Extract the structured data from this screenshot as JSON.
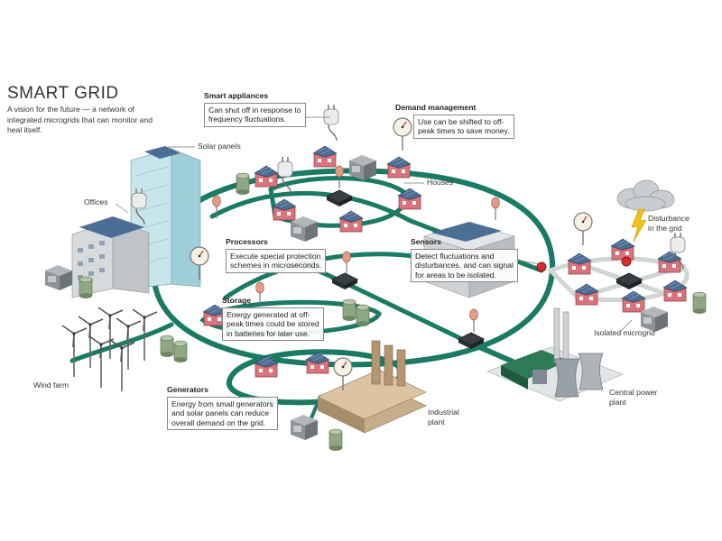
{
  "header": {
    "title": "SMART GRID",
    "subtitle": "A vision for the future — a network of integrated microgrids that can monitor and heal itself."
  },
  "labels": {
    "solar_panels": "Solar panels",
    "offices": "Offices",
    "houses": "Houses",
    "wind_farm": "Wind farm",
    "industrial_plant": "Industrial\nplant",
    "central_power_plant": "Central power\nplant",
    "isolated_microgrid": "Isolated microgrid",
    "disturbance": "Disturbance\nin the grid"
  },
  "callouts": {
    "smart_appliances": {
      "title": "Smart appliances",
      "text": "Can shut off in response to\nfrequency fluctuations."
    },
    "demand_management": {
      "title": "Demand management",
      "text": "Use can be shifted to off-\npeak times to save money."
    },
    "processors": {
      "title": "Processors",
      "text": "Execute special protection\nschemes in microseconds."
    },
    "sensors": {
      "title": "Sensors",
      "text": "Detect fluctuations and\ndisturbances, and can signal\nfor areas to be isolated."
    },
    "storage": {
      "title": "Storage",
      "text": "Energy generated at off-\npeak times could be stored\nin batteries for later use."
    },
    "generators": {
      "title": "Generators",
      "text": "Energy from small generators\nand solar panels can reduce\noverall demand on the grid."
    }
  },
  "colors": {
    "grid_line": "#1a7a64",
    "house_wall": "#d9747c",
    "roof_panel": "#4d6e94",
    "building": "#d7dadd",
    "tower_glass": "#c6e6ec",
    "tank": "#8fa884",
    "factory": "#c9ad8a",
    "node": "#3a3f44",
    "sensor": "#e39b86",
    "alert": "#d92d2d",
    "bolt": "#f2c313"
  },
  "icons": {
    "house": "house-icon",
    "tank": "battery-tank-icon",
    "gauge": "meter-gauge-icon",
    "plug": "smart-plug-icon",
    "processor": "processor-chip-icon",
    "sensor": "sensor-pin-icon",
    "turbine": "wind-turbine-icon",
    "cloud": "storm-cloud-icon",
    "bolt": "lightning-bolt-icon"
  }
}
